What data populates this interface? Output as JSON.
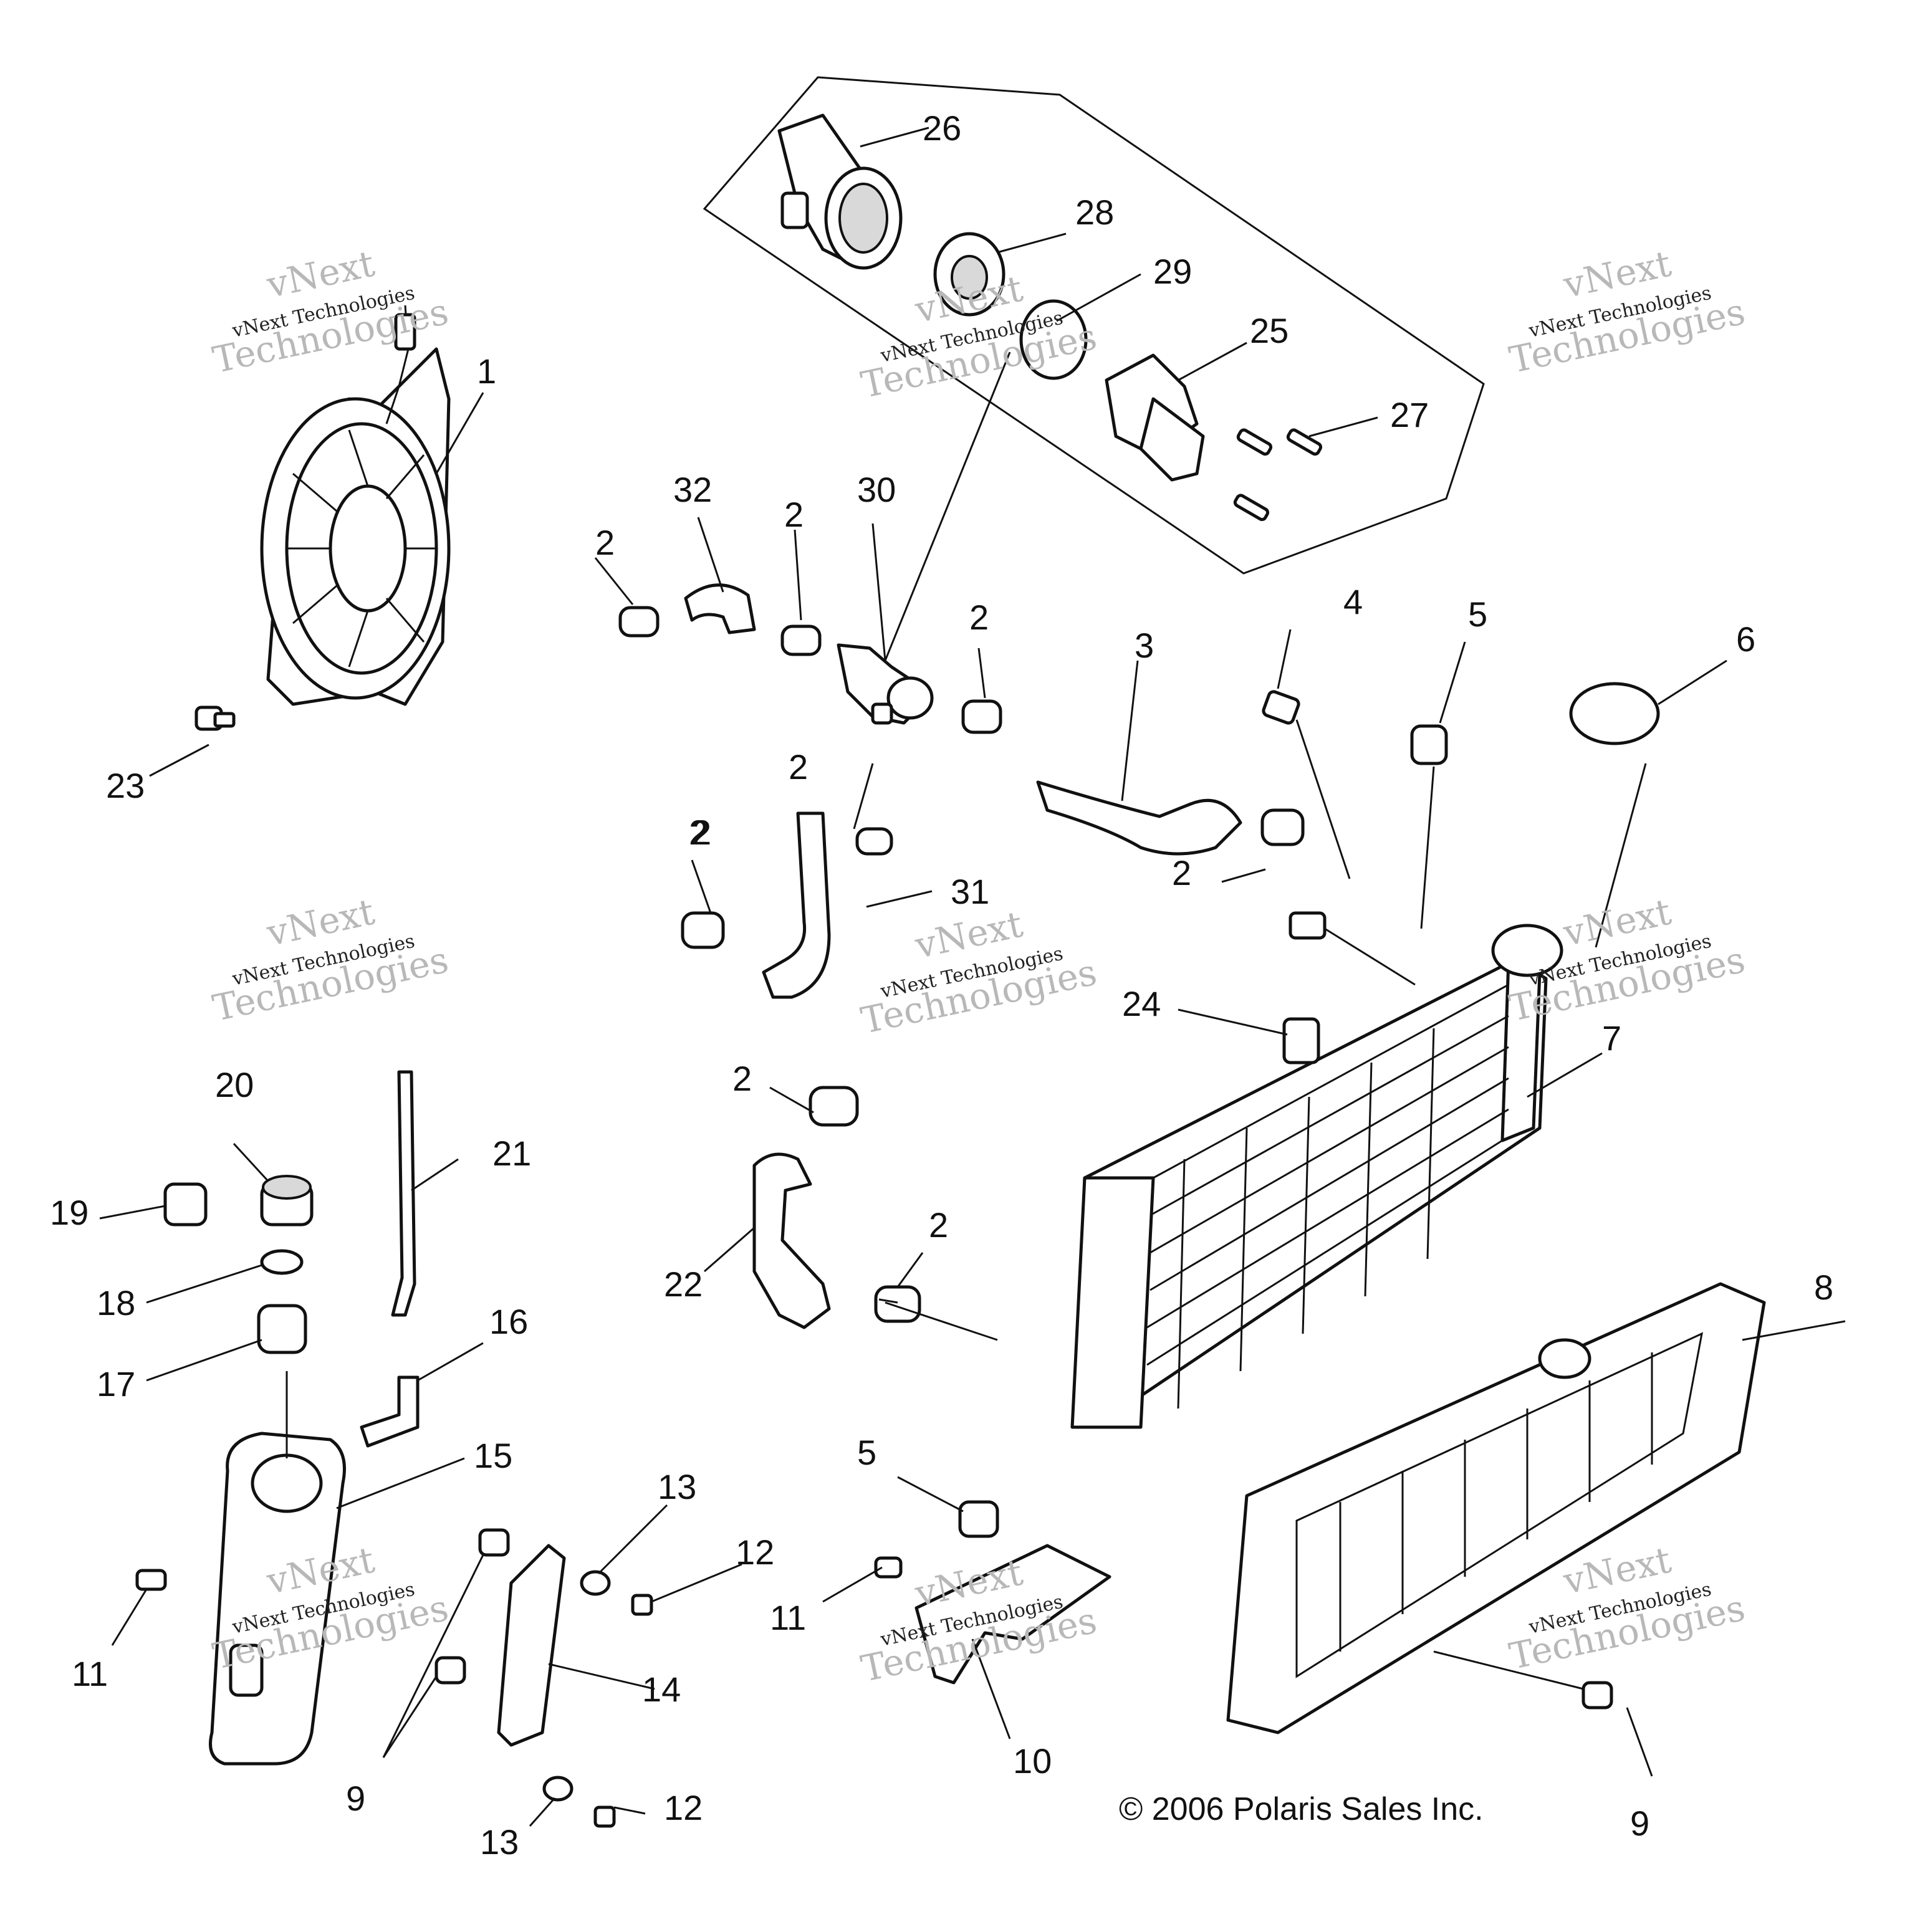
{
  "copyright": "© 2006 Polaris Sales Inc.",
  "watermark": {
    "line1": "vNext",
    "line2": "vNext Technologies",
    "line3": "Technologies"
  },
  "callouts": [
    "1",
    "2",
    "2",
    "2",
    "2",
    "2",
    "2",
    "2",
    "2",
    "2",
    "3",
    "4",
    "5",
    "5",
    "6",
    "7",
    "8",
    "9",
    "9",
    "9",
    "10",
    "11",
    "11",
    "12",
    "12",
    "13",
    "13",
    "14",
    "15",
    "16",
    "17",
    "18",
    "19",
    "20",
    "21",
    "22",
    "23",
    "24",
    "25",
    "26",
    "27",
    "28",
    "29",
    "30",
    "31",
    "32"
  ]
}
